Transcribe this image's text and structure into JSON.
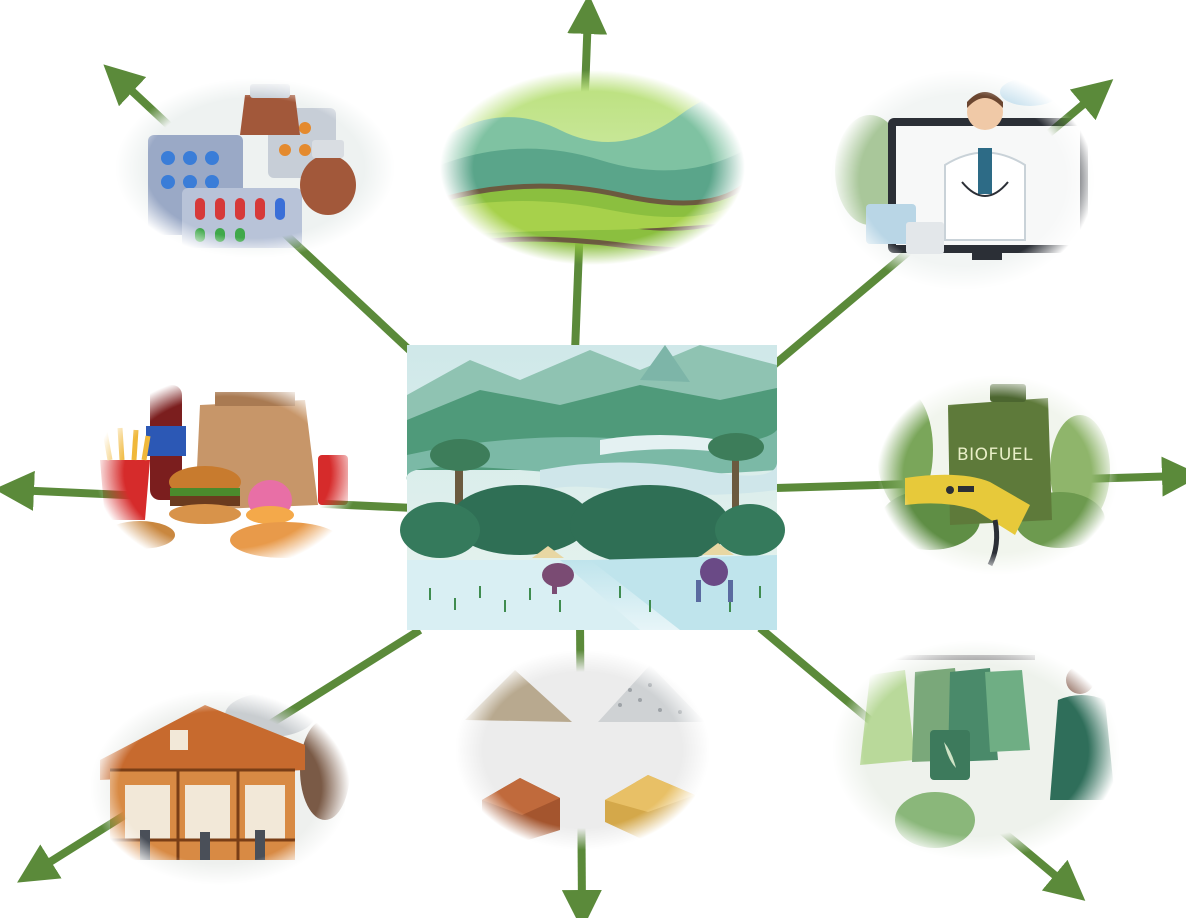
{
  "diagram": {
    "center": {
      "name": "rice-terrace-farming"
    },
    "arrow_color": "#5b8a3a",
    "satellites": [
      {
        "id": "pharmaceuticals"
      },
      {
        "id": "landscape-terraces"
      },
      {
        "id": "telemedicine-doctor"
      },
      {
        "id": "fast-food"
      },
      {
        "id": "biofuel",
        "label": "BIOFUEL"
      },
      {
        "id": "sustainable-building"
      },
      {
        "id": "construction-materials"
      },
      {
        "id": "textiles-clothing"
      }
    ]
  }
}
